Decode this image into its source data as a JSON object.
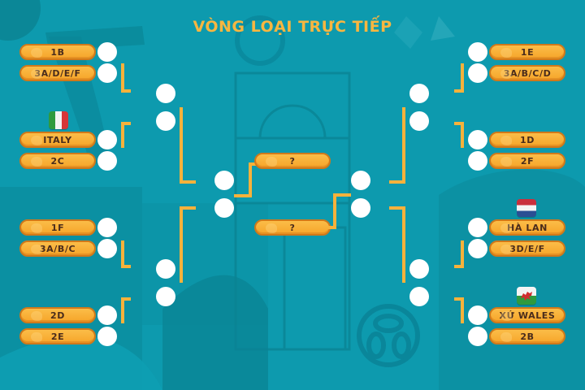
{
  "title": "VÒNG LOẠI TRỰC TIẾP",
  "colors": {
    "background": "#0d9aae",
    "accent": "#f8b640",
    "pill_text": "#4a2c1c",
    "line": "#f7b23b"
  },
  "left": {
    "matches": [
      {
        "team_top": "1B",
        "team_bottom": "3A/D/E/F"
      },
      {
        "team_top": "ITALY",
        "team_bottom": "2C",
        "flag": "italy-flag"
      },
      {
        "team_top": "1F",
        "team_bottom": "3A/B/C"
      },
      {
        "team_top": "2D",
        "team_bottom": "2E"
      }
    ]
  },
  "right": {
    "matches": [
      {
        "team_top": "1E",
        "team_bottom": "3A/B/C/D"
      },
      {
        "team_top": "1D",
        "team_bottom": "2F"
      },
      {
        "team_top": "HÀ LAN",
        "team_bottom": "3D/E/F",
        "flag": "netherlands-flag"
      },
      {
        "team_top": "XỨ WALES",
        "team_bottom": "2B",
        "flag": "wales-flag"
      }
    ]
  },
  "final": {
    "top": "?",
    "bottom": "?"
  }
}
